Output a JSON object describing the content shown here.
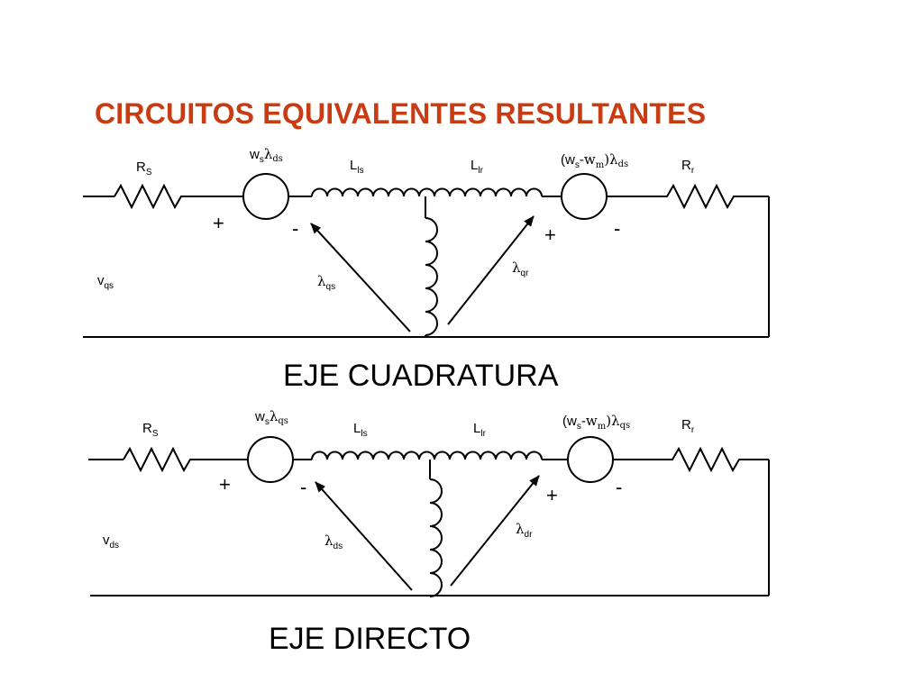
{
  "title": "CIRCUITOS EQUIVALENTES RESULTANTES",
  "colors": {
    "title": "#c83c14",
    "lines": "#000000"
  },
  "circuits": [
    {
      "caption": "EJE CUADRATURA",
      "rs": {
        "main": "R",
        "sub": "S"
      },
      "source1": {
        "w": "w",
        "w_sub": "s",
        "lam": "λ",
        "lam_sub": "ds"
      },
      "lls": {
        "main": "L",
        "sub": "ls"
      },
      "llr": {
        "main": "L",
        "sub": "lr"
      },
      "source2": {
        "pre": "(w",
        "s": "s",
        "mid": "-w",
        "m": "m",
        "post": ")λ",
        "lam_sub": "ds"
      },
      "rr": {
        "main": "R",
        "sub": "r"
      },
      "voltage": {
        "main": "v",
        "sub": "qs"
      },
      "flux_stator": {
        "lam": "λ",
        "sub": "qs"
      },
      "flux_rotor": {
        "lam": "λ",
        "sub": "qr"
      },
      "signs": {
        "plus1": "+",
        "minus1": "-",
        "plus2": "+",
        "minus2": "-"
      }
    },
    {
      "caption": "EJE DIRECTO",
      "rs": {
        "main": "R",
        "sub": "S"
      },
      "source1": {
        "w": "w",
        "w_sub": "s",
        "lam": "λ",
        "lam_sub": "qs"
      },
      "lls": {
        "main": "L",
        "sub": "ls"
      },
      "llr": {
        "main": "L",
        "sub": "lr"
      },
      "source2": {
        "pre": "(w",
        "s": "s",
        "mid": "-w",
        "m": "m",
        "post": ")λ",
        "lam_sub": "qs"
      },
      "rr": {
        "main": "R",
        "sub": "r"
      },
      "voltage": {
        "main": "v",
        "sub": "ds"
      },
      "flux_stator": {
        "lam": "λ",
        "sub": "ds"
      },
      "flux_rotor": {
        "lam": "λ",
        "sub": "dr"
      },
      "signs": {
        "plus1": "+",
        "minus1": "-",
        "plus2": "+",
        "minus2": "-"
      }
    }
  ]
}
